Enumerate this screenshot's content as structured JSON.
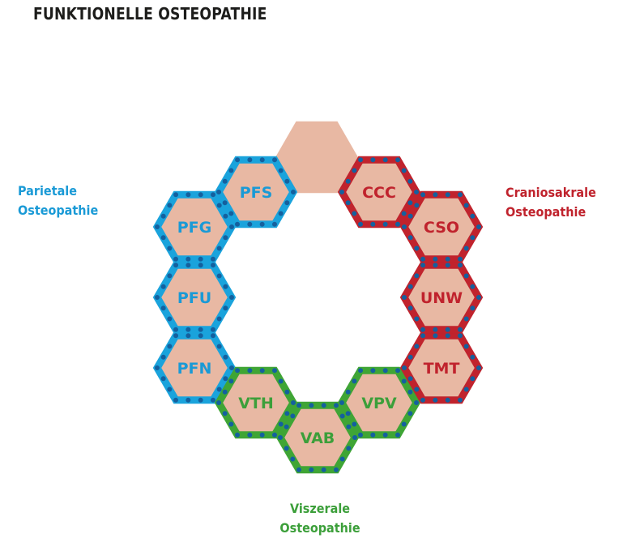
{
  "title": "FUNKTIONELLE OSTEOPATHIE",
  "groups": {
    "parietal": {
      "line1": "Parietale",
      "line2": "Osteopathie",
      "color": "#1aa3dc",
      "dot": "#14609e",
      "text": "#1a9ad6"
    },
    "cranio": {
      "line1": "Craniosakrale",
      "line2": "Osteopathie",
      "color": "#c0232d",
      "dot": "#14609e",
      "text": "#c0232d"
    },
    "visceral": {
      "line1": "Viszerale",
      "line2": "Osteopathie",
      "color": "#3fa535",
      "dot": "#14609e",
      "text": "#3c9f3a"
    }
  },
  "hex_fill": "#e8b8a3",
  "hexagons": [
    {
      "label": "",
      "group": "none"
    },
    {
      "label": "PFS",
      "group": "parietal"
    },
    {
      "label": "PFG",
      "group": "parietal"
    },
    {
      "label": "PFU",
      "group": "parietal"
    },
    {
      "label": "PFN",
      "group": "parietal"
    },
    {
      "label": "VTH",
      "group": "visceral"
    },
    {
      "label": "VAB",
      "group": "visceral"
    },
    {
      "label": "VPV",
      "group": "visceral"
    },
    {
      "label": "TMT",
      "group": "cranio"
    },
    {
      "label": "UNW",
      "group": "cranio"
    },
    {
      "label": "CSO",
      "group": "cranio"
    },
    {
      "label": "CCC",
      "group": "cranio"
    }
  ]
}
